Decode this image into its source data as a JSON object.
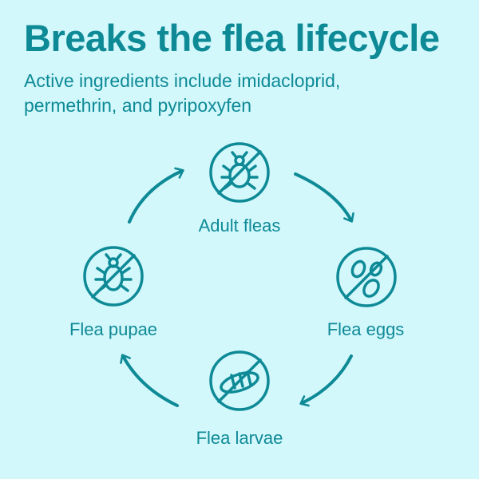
{
  "header": {
    "title": "Breaks the flea lifecycle",
    "subtitle_line1": "Active ingredients include imidacloprid,",
    "subtitle_line2": "permethrin, and pyripoxyfen"
  },
  "stages": {
    "adult": {
      "label": "Adult fleas",
      "icon": "crossed-flea-icon"
    },
    "eggs": {
      "label": "Flea eggs",
      "icon": "crossed-eggs-icon"
    },
    "larvae": {
      "label": "Flea larvae",
      "icon": "crossed-larva-icon"
    },
    "pupae": {
      "label": "Flea pupae",
      "icon": "crossed-pupa-icon"
    }
  },
  "colors": {
    "background": "#d2f8fc",
    "accent": "#0e8a96"
  }
}
